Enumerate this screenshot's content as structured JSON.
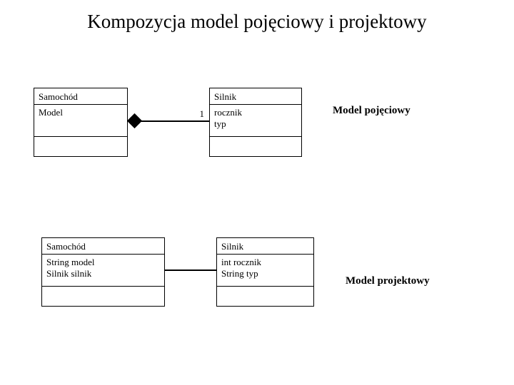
{
  "slide": {
    "title": "Kompozycja model pojęciowy i projektowy",
    "background_color": "#ffffff",
    "line_color": "#000000",
    "text_color": "#000000"
  },
  "conceptual_model": {
    "caption": "Model pojęciowy",
    "classes": [
      {
        "name": "Samochód",
        "attributes": [
          "Model"
        ],
        "operations": []
      },
      {
        "name": "Silnik",
        "attributes": [
          "rocznik",
          "typ"
        ],
        "operations": []
      }
    ],
    "association": {
      "type": "composition",
      "source_decoration": "filled-diamond",
      "target_multiplicity": "1"
    }
  },
  "design_model": {
    "caption": "Model projektowy",
    "classes": [
      {
        "name": "Samochód",
        "attributes": [
          "String model",
          "Silnik silnik"
        ],
        "operations": []
      },
      {
        "name": "Silnik",
        "attributes": [
          "int rocznik",
          "String typ"
        ],
        "operations": []
      }
    ],
    "association": {
      "type": "plain",
      "source_decoration": "none",
      "target_multiplicity": ""
    }
  }
}
